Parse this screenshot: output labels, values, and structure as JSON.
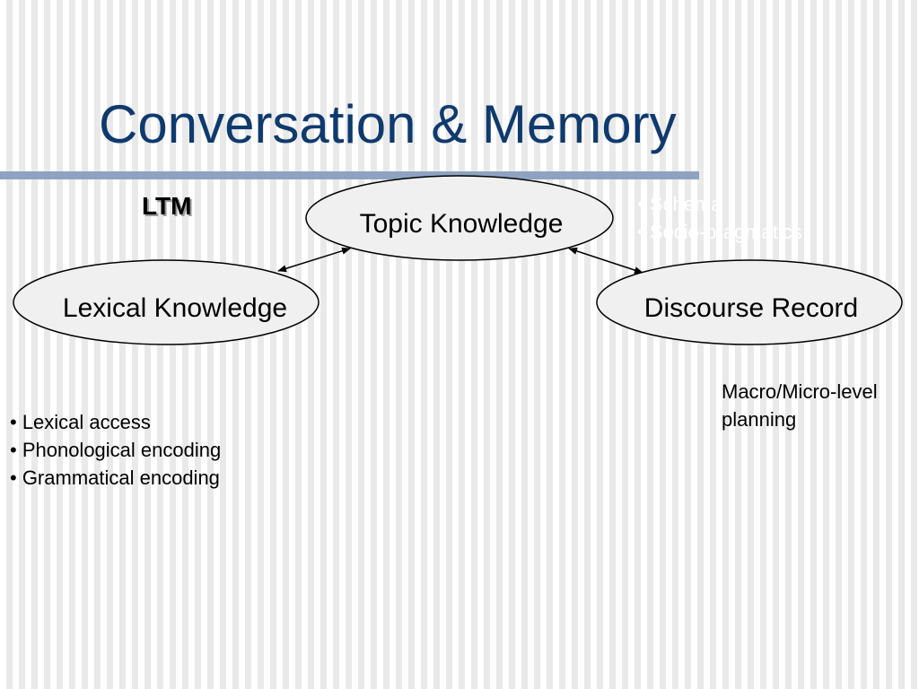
{
  "slide": {
    "title": "Conversation & Memory",
    "ltm_label": "LTM"
  },
  "colors": {
    "title": "#0f3a6e",
    "rule": "#8ea3c0",
    "node_fill": "#f0f0f0",
    "node_stroke": "#000000",
    "schema_text": "#ffffff"
  },
  "nodes": {
    "topic": "Topic Knowledge",
    "lexical": "Lexical Knowledge",
    "discourse": "Discourse Record"
  },
  "edges": [
    {
      "from": "Topic Knowledge",
      "to": "Lexical Knowledge",
      "direction": "bidirectional"
    },
    {
      "from": "Topic Knowledge",
      "to": "Discourse Record",
      "direction": "bidirectional"
    }
  ],
  "topic_bullets": [
    "• Schema",
    "• Socio-pragmatics"
  ],
  "lexical_bullets": [
    "• Lexical access",
    "• Phonological encoding",
    "• Grammatical encoding"
  ],
  "discourse_note": {
    "line1": "Macro/Micro-level",
    "line2": "planning"
  }
}
